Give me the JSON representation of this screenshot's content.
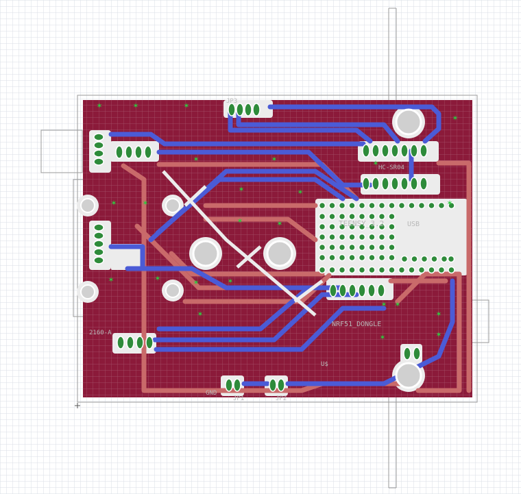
{
  "colors": {
    "grid": "#d9dde6",
    "board_copper": "#8b1a3a",
    "bottom_trace": "#4b5bd6",
    "top_trace": "#c96a6a",
    "pad": "#2e8b3a",
    "clearance": "#e8e8e8",
    "drill": "#cfcfcf",
    "label": "#b8b8b8"
  },
  "labels": {
    "jp3": "JP3",
    "teensy": "TEENSY_3.2",
    "usb": "USB",
    "nrf": "NRF51_DONGLE",
    "ultrasonic": "HC-SR04",
    "ampl": "2160-A",
    "bottom_left": "GND",
    "jp1": "JP1",
    "jp2": "JP2",
    "u": "U$"
  },
  "icons": {
    "origin_mark": "plus-icon",
    "via": "star-icon"
  }
}
